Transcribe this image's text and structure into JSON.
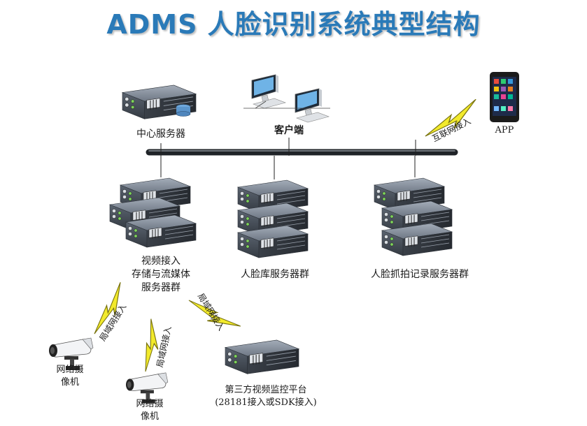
{
  "title": "ADMS 人脸识别系统典型结构",
  "nodes": {
    "central_server": "中心服务器",
    "client": "客户端",
    "app": "APP",
    "internet_access": "互联网接入",
    "video_cluster": [
      "视频接入",
      "存储与流媒体",
      "服务器群"
    ],
    "face_db_cluster": "人脸库服务器群",
    "capture_cluster": "人脸抓拍记录服务器群",
    "lan_access": "局域网接入",
    "camera": [
      "网络摄",
      "像机"
    ],
    "third_party": [
      "第三方视频监控平台",
      "(28181接入或SDK接入)"
    ]
  },
  "colors": {
    "title": "#2a7ab8",
    "server_body": "#4a5360",
    "server_top": "#8d96a3",
    "bus": "#2b2f33",
    "lightning": "#e8e020"
  }
}
